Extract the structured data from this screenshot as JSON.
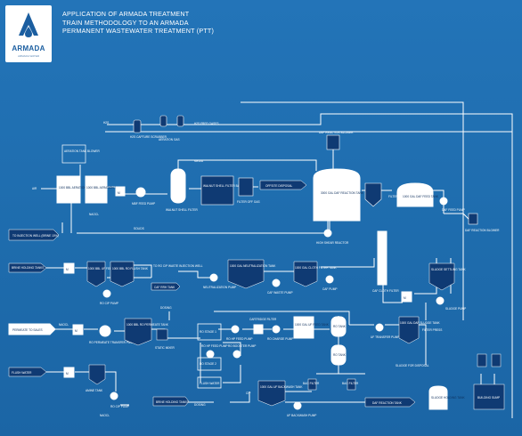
{
  "logo": {
    "name": "ARMADA",
    "sub": "ARMADA WATER"
  },
  "title": {
    "line1": "APPLICATION OF ARMADA TREATMENT",
    "line2": "TRAIN METHODOLOGY TO AN ARMADA",
    "line3": "PERMANENT WASTEWATER TREATMENT (PTT)"
  },
  "colors": {
    "background": "#1e6cad",
    "line": "#ffffff",
    "dark_unit": "#0f3a73",
    "logo_text": "#1b5ea0"
  },
  "labels": {
    "h2s": "H2S",
    "h2s_capture_scrubber": "H2S CAPTURE SCRUBBER",
    "aeration_gas": "AERATION GAS",
    "h2s_free_gases": "H2S FREE GASES",
    "aeration_tank_blower": "AERATION TANK BLOWER",
    "air": "AIR",
    "tank_a": "1000 BBL AERATION TANK",
    "tank_b": "1000 BBL AERATION TANK",
    "naocl": "NAOCL",
    "mbf_feed_pump": "MBF FEED PUMP",
    "walnut_shell_filter": "WALNUT SHELL FILTER",
    "media": "MEDIA",
    "walnut_backwash": "WALNUT SHELL FILTER BACKWASH",
    "filter_off_gas": "FILTER OFF GAS",
    "offsite_disposal": "OFFSITE DISPOSAL",
    "daf_reaction_blower_top": "DAF REACTION BLOWER",
    "daf_reaction_tank": "3000 GAL DAF REACTION TANK",
    "filter_off_top": "FILTER OFF TOP",
    "daf_feed_tank": "1000 GAL DAF FEED TANK",
    "daf_feed_pump": "DAF FEED PUMP",
    "daf_reaction_blower": "DAF REACTION BLOWER",
    "high_shear_reactor": "HIGH SHEAR REACTOR",
    "injection_well": "TO INJECTION WELL (BRINE 10%)",
    "solids_label": "SOLIDS",
    "brine_holding_tanks": "BRINE HOLDING TANKS",
    "tank_c": "1000 BBL UF FEED TANK",
    "tank_d": "1000 BBL RO FLUSH TANK",
    "ro_cip_pump": "RO CIP PUMP",
    "caf_injection_waste": "TO RO CIP WASTE INJECTION WELL",
    "caf_neutral_tank": "CAF RRH TANK",
    "neutralization_pump": "NEUTRALIZATION PUMP",
    "neutralization_tank": "1000 GAL NEUTRALIZATION TANK",
    "caf_waste_pump": "CAF WASTE PUMP",
    "cloth_filter_tank": "1000 GAL CLOTH FILTER TANK",
    "caf_pump": "CAF PUMP",
    "cloth_filter": "CAF CLOTH FILTER",
    "sludge_settling_tank": "SLUDGE SETTLING TANK",
    "sludge_pump": "SLUDGE PUMP",
    "permeate": "PERMEATE TO SALES",
    "ro_permeate_pump": "RO PERMEATE TRANSFER PUMP",
    "permeate_tank": "1000 BBL RO PERMEATE TANK",
    "dosing": "DOSING",
    "static_mixer": "STATIC MIXER",
    "ro_stage1": "RO STAGE 1",
    "ro_hp_pump": "RO HP FEED PUMP",
    "cartridge_filter": "CARTRIDGE FILTER",
    "ro_charge_pump": "RO CHARGE PUMP",
    "uf_feed_tank": "1000 GAL UF FEED TANK",
    "uf_transfer_pump": "UF TRANSFER PUMP",
    "daf_sludge_tank": "1000 GAL DAF SLUDGE TANK",
    "filter_press": "FILTER PRESS",
    "sludge_disposal": "SLUDGE FOR DISPOSAL",
    "ro_hp_pump2": "RO HP FEED PUMP",
    "ro_booster_pump": "RO BOOSTER PUMP",
    "ro_stage2": "RO STAGE 2",
    "flush_water": "FLUSH WATER",
    "amine_tank": "AMINE TANK",
    "ro_cip_pump2": "RO CIP PUMP",
    "naocl2": "NAOCL",
    "uf_backwash_tank": "1000 GAL UF BACKWASH TANK",
    "uf_backwash_pump": "UF BACKWASH PUMP",
    "cip": "CIP",
    "ro_tank_a": "RO TANK",
    "ro_tank_b": "RO TANK",
    "brine_holding_tanks2": "BRINE HOLDING TANKS",
    "dosing2": "DOSING",
    "daf_reaction_tank2": "DAF REACTION TANK",
    "bag_filter_a": "BAG FILTER",
    "bag_filter_b": "BAG FILTER",
    "sludge_holding_tank": "SLUDGE HOLDING TANK",
    "building_sump": "BUILDING SUMP",
    "motor": "M"
  }
}
